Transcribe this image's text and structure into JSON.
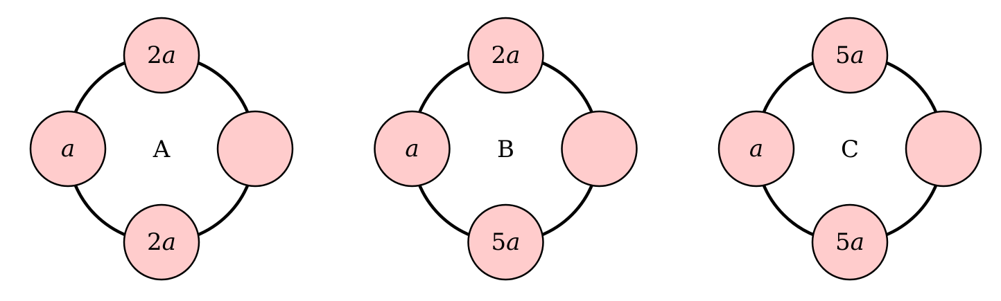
{
  "colors": {
    "node_fill": "#FFCCCC",
    "stroke": "#000000",
    "background": "#FFFFFF"
  },
  "diagrams": [
    {
      "label": "A",
      "nodes": {
        "left": "a",
        "top": "2a",
        "right": "",
        "bottom": "2a"
      }
    },
    {
      "label": "B",
      "nodes": {
        "left": "a",
        "top": "2a",
        "right": "",
        "bottom": "5a"
      }
    },
    {
      "label": "C",
      "nodes": {
        "left": "a",
        "top": "5a",
        "right": "",
        "bottom": "5a"
      }
    }
  ]
}
